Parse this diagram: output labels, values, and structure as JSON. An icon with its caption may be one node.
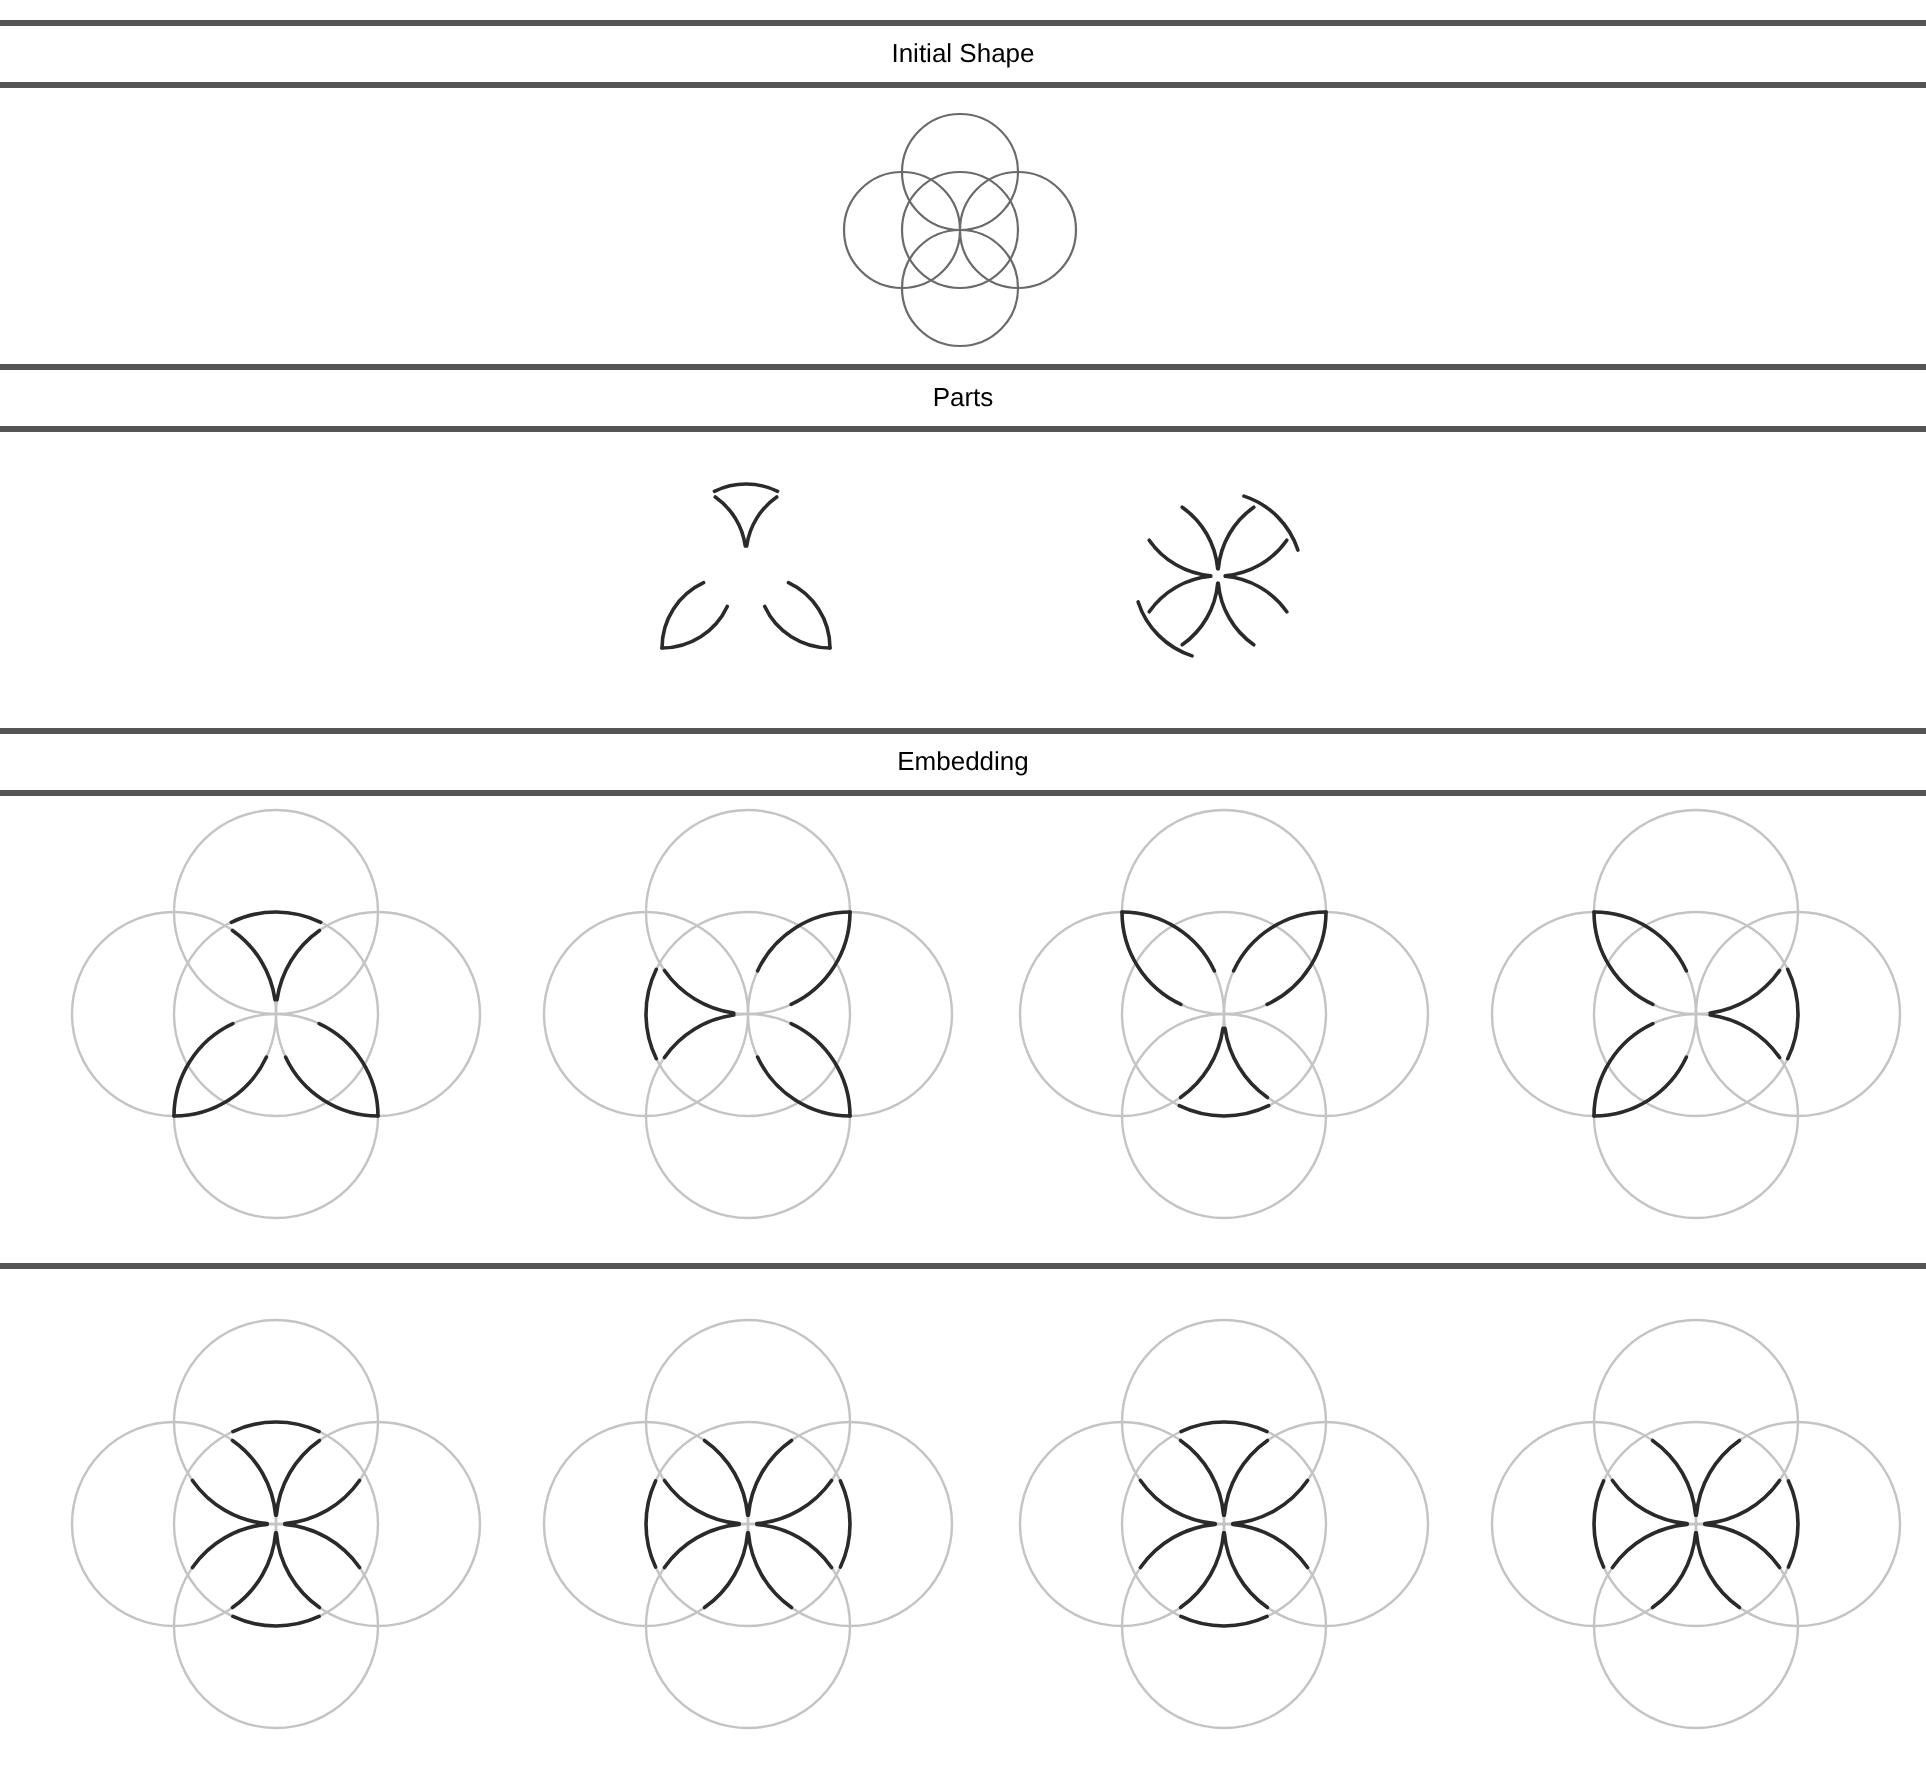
{
  "diagram": {
    "labels": [
      "Initial Shape",
      "Parts",
      "Embedding"
    ]
  }
}
